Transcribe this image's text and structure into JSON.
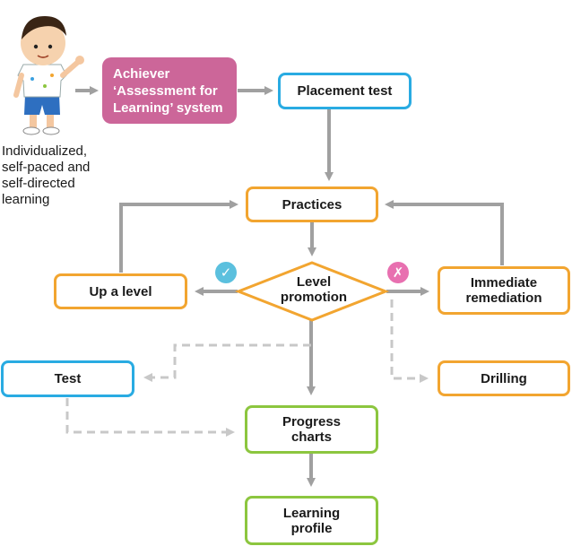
{
  "learner": {
    "caption": "Individualized,\nself-paced and\nself-directed\nlearning"
  },
  "nodes": {
    "achiever": "Achiever\n‘Assessment for\nLearning’ system",
    "placement_test": "Placement test",
    "practices": "Practices",
    "level_promotion": "Level\npromotion",
    "up_a_level": "Up a level",
    "immediate_remediation": "Immediate\nremediation",
    "test": "Test",
    "drilling": "Drilling",
    "progress_charts": "Progress\ncharts",
    "learning_profile": "Learning\nprofile"
  },
  "badges": {
    "pass_symbol": "✓",
    "fail_symbol": "✗"
  },
  "colors": {
    "orange": "#f2a530",
    "blue": "#29abe2",
    "green": "#8cc63f",
    "magenta": "#cc6699",
    "arrow_gray": "#a0a0a0",
    "dashed_gray": "#c8c8c8",
    "check_badge": "#5bc0de",
    "cross_badge": "#e870b0"
  }
}
